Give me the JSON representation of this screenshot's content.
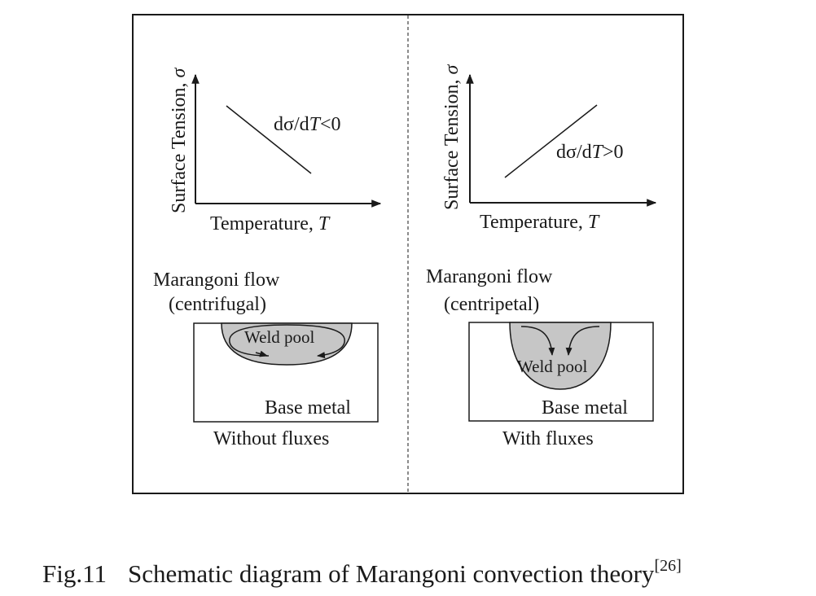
{
  "left_panel": {
    "y_axis_label": "Surface Tension, ",
    "y_axis_symbol": "σ",
    "x_axis_label": "Temperature, ",
    "x_axis_symbol": "T",
    "slope_prefix": "dσ/d",
    "slope_symbol": "T",
    "slope_suffix": "<0",
    "flow_title": "Marangoni flow",
    "flow_type": "(centrifugal)",
    "pool_label": "Weld pool",
    "base_label": "Base metal",
    "condition": "Without fluxes"
  },
  "right_panel": {
    "y_axis_label": "Surface Tension, ",
    "y_axis_symbol": "σ",
    "x_axis_label": "Temperature, ",
    "x_axis_symbol": "T",
    "slope_prefix": "dσ/d",
    "slope_symbol": "T",
    "slope_suffix": ">0",
    "flow_title": "Marangoni flow",
    "flow_type": "(centripetal)",
    "pool_label": "Weld pool",
    "base_label": "Base metal",
    "condition": "With fluxes"
  },
  "caption": {
    "figure_number": "Fig.11",
    "text": "Schematic diagram of Marangoni convection theory",
    "reference": "[26]"
  },
  "colors": {
    "ink": "#1a1a1a",
    "pool_fill": "#c6c6c6",
    "background": "#ffffff"
  }
}
